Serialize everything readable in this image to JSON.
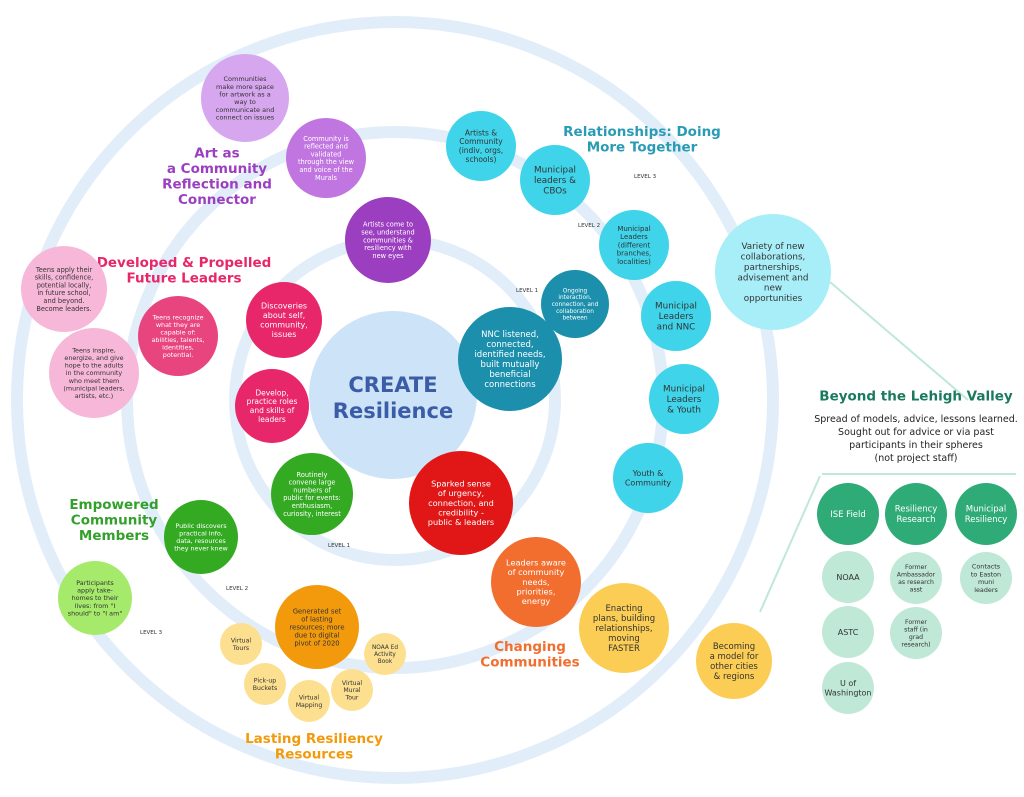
{
  "center": {
    "line1": "CREATE",
    "line2": "Resilience"
  },
  "levels": {
    "level1": "LEVEL 1",
    "level2": "LEVEL 2",
    "level3": "LEVEL 3"
  },
  "colors": {
    "ring": "#e1eefa",
    "center": "#cde3f8",
    "center_text": "#3b5ca6",
    "purple": "#9b3fc0",
    "purple_light": "#d6a6ee",
    "purple_mid": "#c075e0",
    "pink": "#e8266a",
    "pink_deep": "#e8457f",
    "pink_light": "#f7b7d8",
    "green": "#33aa22",
    "green_light": "#a6ea6b",
    "green_text": "#33a02c",
    "gold": "#f29a0b",
    "gold_light": "#fcdf8f",
    "gold_text": "#f29a0b",
    "red": "#e11616",
    "orange": "#f26e2f",
    "orange_text": "#f26e2f",
    "yellow": "#fbcd55",
    "teal": "#1b8fac",
    "cyan": "#3fd4ea",
    "cyan_light": "#a8eef8",
    "cyan_text": "#2a9bb5",
    "mint_dark": "#2fab78",
    "mint_light": "#bfe8d6",
    "title_text": "#1a7a5e"
  },
  "sections": {
    "art": {
      "title": "Art as\na Community\nReflection and\nConnector"
    },
    "leaders": {
      "title": "Developed & Propelled\nFuture Leaders"
    },
    "empowered": {
      "title": "Empowered\nCommunity\nMembers"
    },
    "lasting": {
      "title": "Lasting Resiliency\nResources"
    },
    "changing": {
      "title": "Changing\nCommunities"
    },
    "relationships": {
      "title": "Relationships: Doing\nMore Together"
    }
  },
  "bubbles": {
    "art_l3": "Communities\nmake more space\nfor artwork as a\nway to\ncommunicate and\nconnect on issues",
    "art_l2": "Community is\nreflected and\nvalidated\nthrough the view\nand voice of the\nMurals",
    "art_l1": "Artists come to\nsee, understand\ncommunities &\nresiliency with\nnew eyes",
    "lead_l3": "Teens apply their\nskills, confidence,\npotential locally,\nin future school,\nand beyond.\nBecome leaders.",
    "lead_l3b": "Teens inspire,\nenergize, and give\nhope to the adults\nin the community\nwho meet them\n(municipal leaders,\nartists, etc.)",
    "lead_l2": "Teens recognize\nwhat they are\ncapable of:\nabilities, talents,\nidentities,\npotential.",
    "lead_l1a": "Discoveries\nabout self,\ncommunity,\nissues",
    "lead_l1b": "Develop,\npractice roles\nand skills of\nleaders",
    "emp_l1": "Routinely\nconvene large\nnumbers of\npublic for events:\nenthusiasm,\ncuriosity, interest",
    "emp_l2": "Public discovers\npractical info,\ndata, resources\nthey never knew",
    "emp_l3": "Participants\napply take-\nhomes to their\nlives: from \"I\nshould\" to \"I am\"",
    "res_main": "Generated set\nof lasting\nresources; more\ndue to digital\npivot of 2020",
    "res_tours": "Virtual\nTours",
    "res_buckets": "Pick-up\nBuckets",
    "res_mapping": "Virtual\nMapping",
    "res_mural": "Virtual\nMural\nTour",
    "res_noaa": "NOAA Ed\nActivity\nBook",
    "chg_l1": "Sparked sense\nof urgency,\nconnection, and\ncredibility -\npublic & leaders",
    "chg_l2": "Leaders aware\nof community\nneeds,\npriorities,\nenergy",
    "chg_l3": "Enacting\nplans, building\nrelationships,\nmoving\nFASTER",
    "chg_model": "Becoming\na model for\nother cities\n& regions",
    "rel_l1": "NNC listened,\nconnected,\nidentified needs,\nbuilt mutually\nbeneficial\nconnections",
    "rel_l1b": "Ongoing\ninteraction,\nconnection, and\ncollaboration\nbetween",
    "rel_l2": "Municipal\nLeaders\n(different\nbranches,\nlocalities)",
    "rel_artists": "Artists &\nCommunity\n(indiv, orgs,\nschools)",
    "rel_cbos": "Municipal\nleaders &\nCBOs",
    "rel_nnc": "Municipal\nLeaders\nand NNC",
    "rel_youth": "Municipal\nLeaders\n& Youth",
    "rel_youthcom": "Youth &\nCommunity",
    "rel_variety": "Variety of new\ncollaborations,\npartnerships,\nadvisement and\nnew\nopportunities"
  },
  "beyond": {
    "title": "Beyond the Lehigh Valley",
    "desc": "Spread of models, advice, lessons learned.\nSought out for advice or via past\nparticipants in their spheres\n(not project staff)",
    "columns": [
      "ISE Field",
      "Resiliency\nResearch",
      "Municipal\nResiliency"
    ],
    "ise_items": [
      "NOAA",
      "ASTC",
      "U of\nWashington"
    ],
    "research_items": [
      "Former\nAmbassador\nas research\nasst",
      "Former\nstaff (in\ngrad\nresearch)"
    ],
    "municipal_items": [
      "Contacts\nto Easton\nmuni\nleaders"
    ]
  }
}
